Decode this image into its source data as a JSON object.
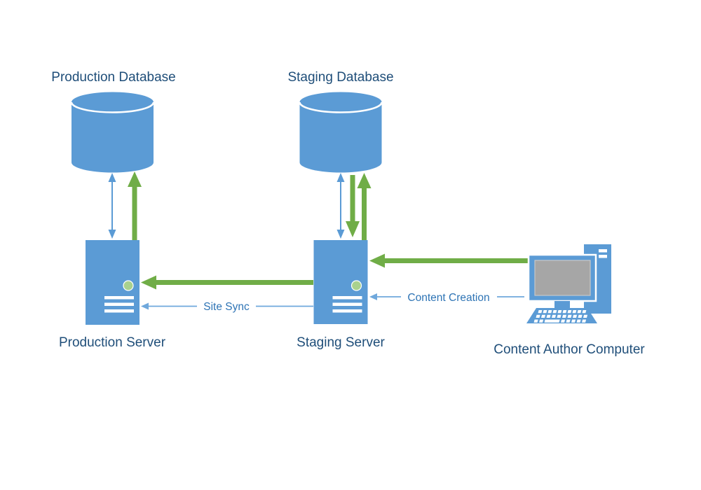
{
  "diagram": {
    "nodes": {
      "production_database": {
        "label": "Production Database",
        "type": "database"
      },
      "staging_database": {
        "label": "Staging Database",
        "type": "database"
      },
      "production_server": {
        "label": "Production Server",
        "type": "server"
      },
      "staging_server": {
        "label": "Staging Server",
        "type": "server"
      },
      "content_author_computer": {
        "label": "Content Author Computer",
        "type": "computer"
      }
    },
    "edges": [
      {
        "id": "prod-server-db-exchange",
        "from": "production_server",
        "to": "production_database",
        "style": "thin-blue",
        "direction": "both",
        "label": ""
      },
      {
        "id": "prod-server-db-publish",
        "from": "production_server",
        "to": "production_database",
        "style": "thick-green",
        "direction": "to",
        "label": ""
      },
      {
        "id": "staging-server-db-exchange",
        "from": "staging_server",
        "to": "staging_database",
        "style": "thin-blue",
        "direction": "both",
        "label": ""
      },
      {
        "id": "staging-db-to-server",
        "from": "staging_database",
        "to": "staging_server",
        "style": "thick-green",
        "direction": "to",
        "label": ""
      },
      {
        "id": "staging-server-to-db",
        "from": "staging_server",
        "to": "staging_database",
        "style": "thick-green",
        "direction": "to",
        "label": ""
      },
      {
        "id": "staging-to-production",
        "from": "staging_server",
        "to": "production_server",
        "style": "thick-green",
        "direction": "to",
        "label": ""
      },
      {
        "id": "site-sync",
        "from": "staging_server",
        "to": "production_server",
        "style": "thin-blue",
        "direction": "to",
        "label": "Site Sync"
      },
      {
        "id": "author-to-staging",
        "from": "content_author_computer",
        "to": "staging_server",
        "style": "thick-green",
        "direction": "to",
        "label": ""
      },
      {
        "id": "content-creation",
        "from": "content_author_computer",
        "to": "staging_server",
        "style": "thin-blue",
        "direction": "to",
        "label": "Content Creation"
      }
    ],
    "colors": {
      "shape_blue": "#5B9BD5",
      "arrow_green": "#70AD47",
      "thin_arrow_blue": "#6FA8DC",
      "node_label_text": "#1F4E79",
      "edge_label_text": "#2E74B5",
      "screen_gray": "#A6A6A6",
      "led_green": "#A9D18E",
      "background": "#FFFFFF"
    }
  }
}
